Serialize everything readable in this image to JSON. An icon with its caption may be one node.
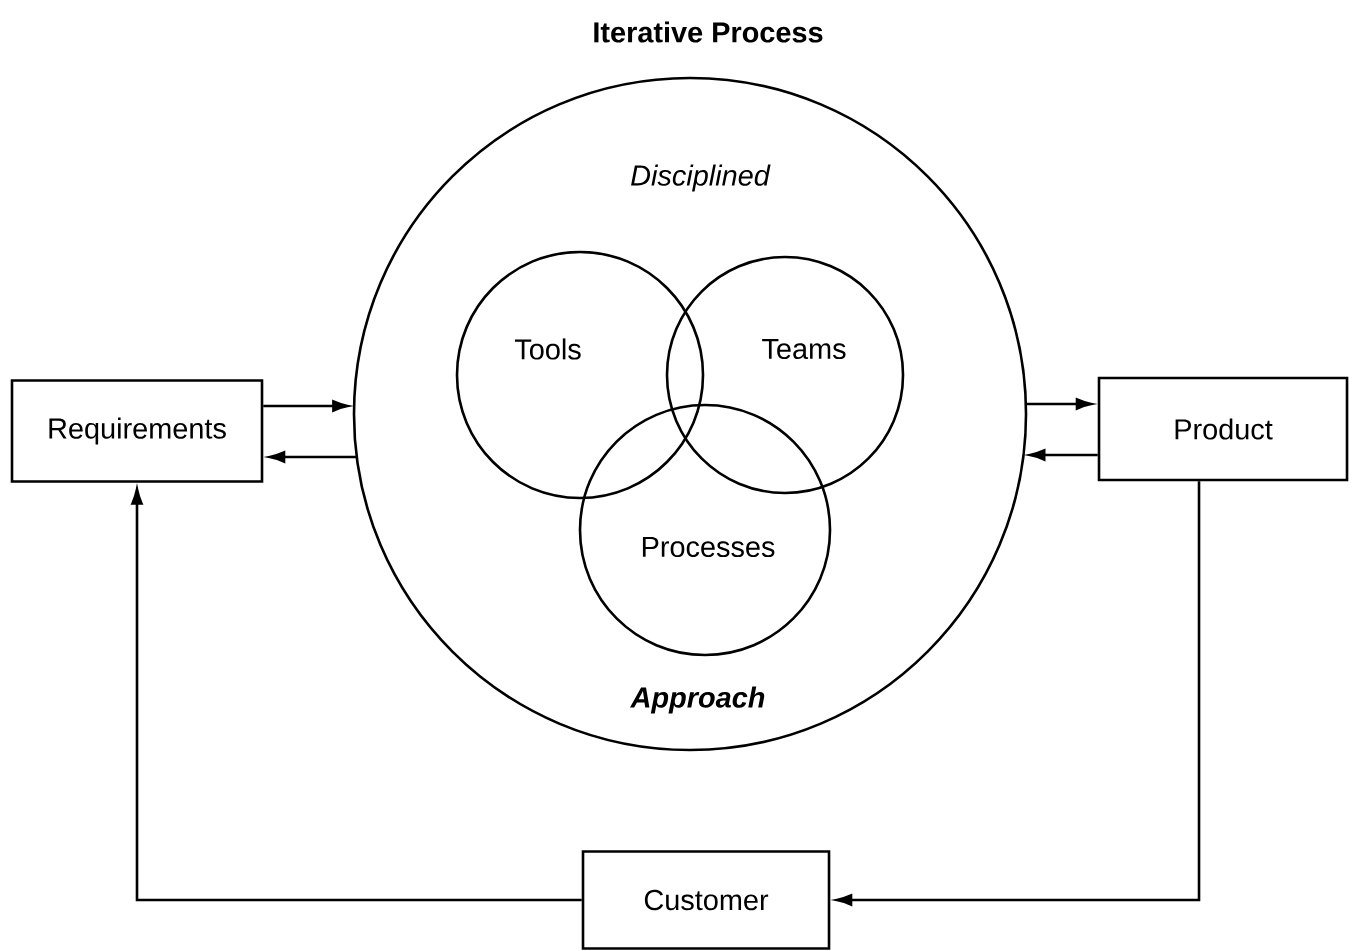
{
  "diagram": {
    "title": "Iterative Process",
    "nodes": [
      {
        "text": [
          "Requirements"
        ]
      },
      {
        "text": [
          "Disciplined",
          "Approach"
        ]
      },
      {
        "text": [
          "Tools"
        ],
        "in": 1
      },
      {
        "text": [
          "Teams"
        ],
        "in": 1
      },
      {
        "text": [
          "Processes"
        ],
        "in": 1
      },
      {
        "text": [
          "Product"
        ]
      },
      {
        "text": [
          "Customer"
        ]
      }
    ],
    "edges": [
      {
        "from": 0,
        "to": 1,
        "arrow": "to"
      },
      {
        "from": 1,
        "to": 0,
        "arrow": "to"
      },
      {
        "from": 1,
        "to": 5,
        "arrow": "to"
      },
      {
        "from": 5,
        "to": 1,
        "arrow": "to"
      },
      {
        "from": 5,
        "to": 6,
        "arrow": "to"
      },
      {
        "from": 6,
        "to": 0,
        "arrow": "to"
      }
    ]
  }
}
